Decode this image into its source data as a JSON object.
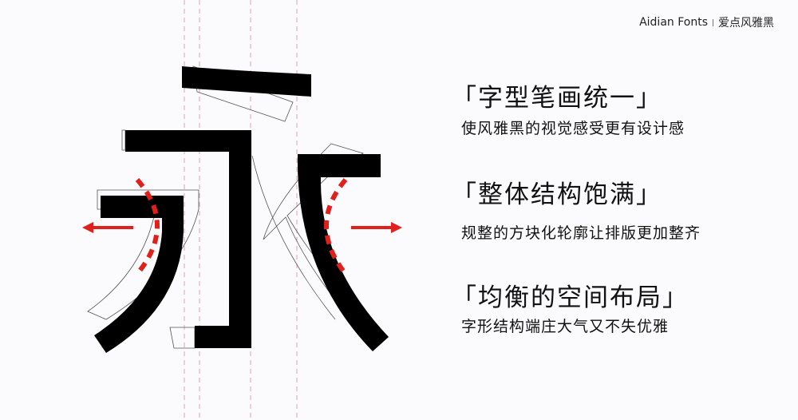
{
  "brand": {
    "name_en": "Aidian Fonts",
    "name_cn": "爱点风雅黑"
  },
  "colors": {
    "stroke": "#000000",
    "accent": "#e0201b",
    "guide": "#d9a4aa",
    "outline": "#555555"
  },
  "features": [
    {
      "title": "「字型笔画统一」",
      "subtitle": "使风雅黑的视觉感受更有设计感"
    },
    {
      "title": "「整体结构饱满」",
      "subtitle": "规整的方块化轮廓让排版更加整齐"
    },
    {
      "title": "「均衡的空间布局」",
      "subtitle": "字形结构端庄大气又不失优雅"
    }
  ]
}
